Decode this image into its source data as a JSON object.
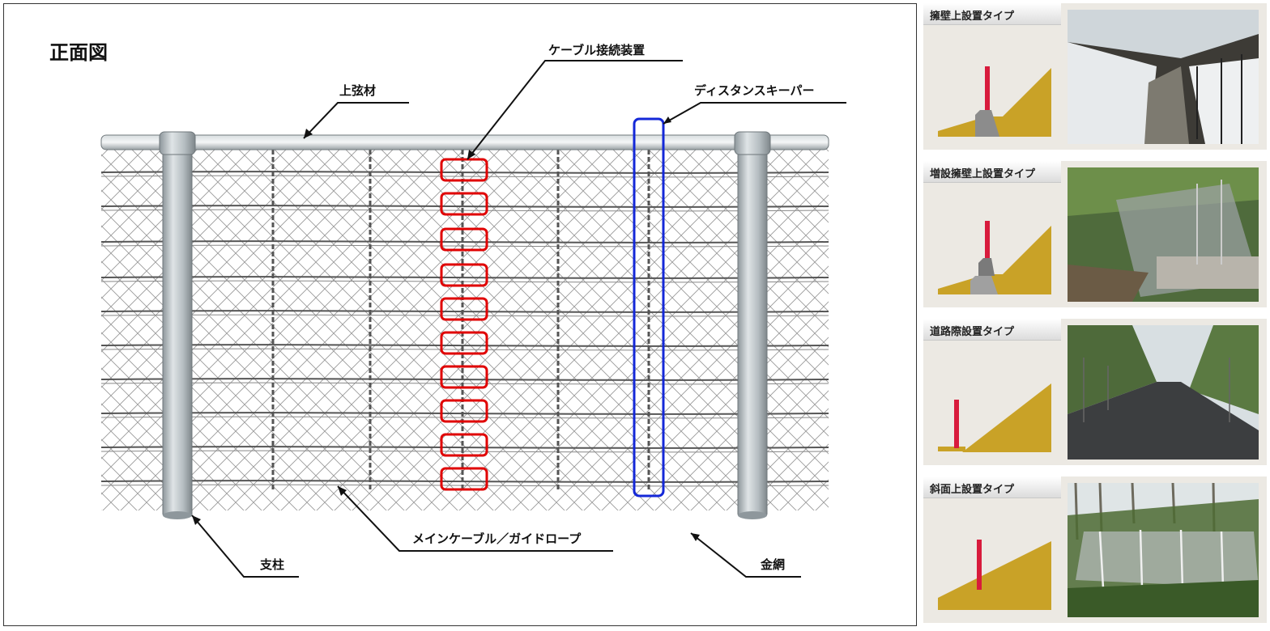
{
  "main": {
    "title": "正面図",
    "labels": {
      "top_chord": "上弦材",
      "cable_connector": "ケーブル接続装置",
      "distance_keeper": "ディスタンスキーパー",
      "main_cable": "メインケーブル／ガイドロープ",
      "post": "支柱",
      "wire_mesh": "金網"
    }
  },
  "side_panels": [
    {
      "title": "擁壁上設置タイプ",
      "diagram": "retaining-wall",
      "photo": "snowy-fence-photo"
    },
    {
      "title": "増設擁壁上設置タイプ",
      "diagram": "extended-retaining-wall",
      "photo": "green-slope-fence-photo"
    },
    {
      "title": "道路際設置タイプ",
      "diagram": "roadside",
      "photo": "road-fence-photo"
    },
    {
      "title": "斜面上設置タイプ",
      "diagram": "on-slope",
      "photo": "forest-slope-fence-photo"
    }
  ],
  "colors": {
    "highlight_red": "#e00000",
    "highlight_blue": "#1428d8",
    "slope_gold": "#c9a227",
    "post_red": "#d81b3c",
    "wall_grey": "#8c8c8c"
  }
}
